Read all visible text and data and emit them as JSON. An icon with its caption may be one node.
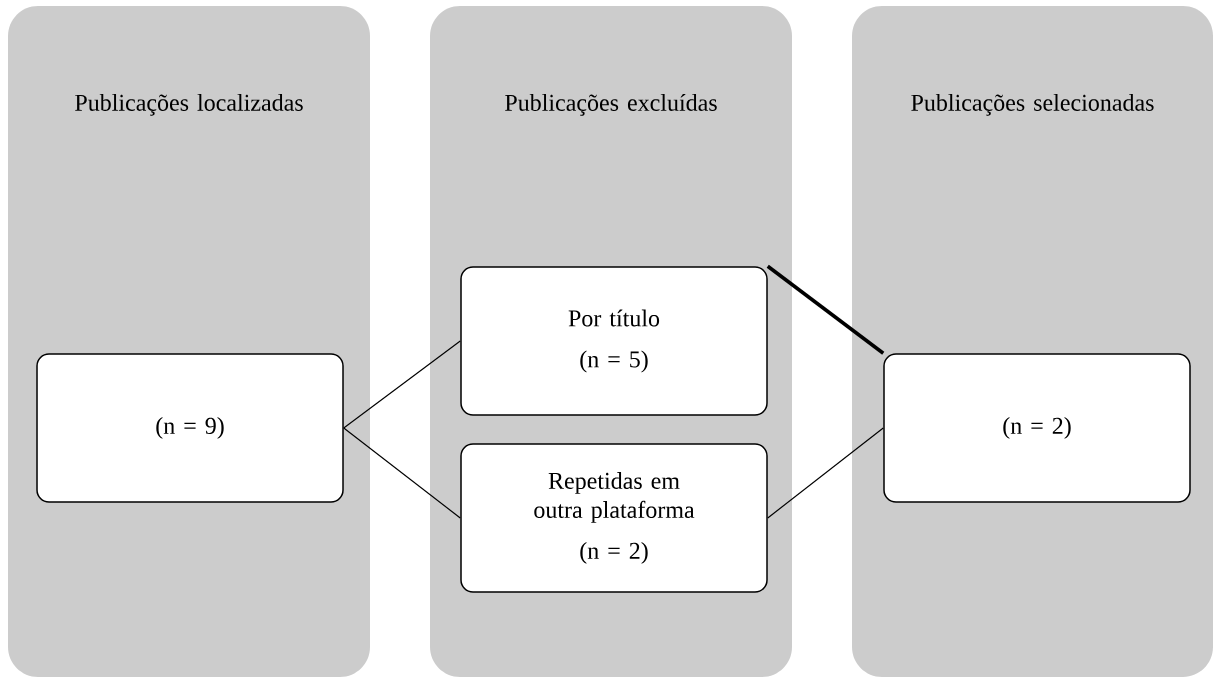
{
  "diagram": {
    "nodes": [
      {
        "text": [
          "Publicações localizadas"
        ]
      },
      {
        "text": [
          "Publicações excluídas"
        ]
      },
      {
        "text": [
          "Publicações selecionadas"
        ]
      },
      {
        "text": [
          "(n = 9)"
        ],
        "in": 0
      },
      {
        "text": [
          "Por título",
          "(n = 5)"
        ],
        "in": 1
      },
      {
        "text": [
          "Repetidas em outra plataforma",
          "(n = 2)"
        ],
        "in": 1
      },
      {
        "text": [
          "(n = 2)"
        ],
        "in": 2
      }
    ],
    "edges": [
      {
        "from": 3,
        "to": 4,
        "arrow": "none"
      },
      {
        "from": 3,
        "to": 5,
        "arrow": "none"
      },
      {
        "from": 4,
        "to": 6,
        "arrow": "none",
        "style": "thick"
      },
      {
        "from": 5,
        "to": 6,
        "arrow": "none"
      }
    ]
  }
}
